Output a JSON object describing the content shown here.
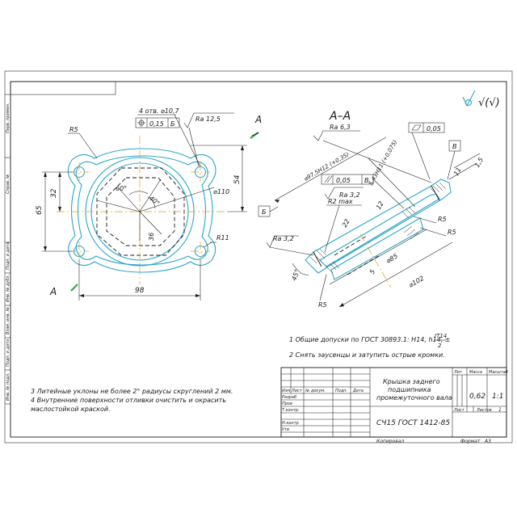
{
  "side_columns": [
    "Перв. примен.",
    "Справ. №",
    "Подп. и дата",
    "Инв. № дубл.",
    "Взам. инв. №",
    "Подп. и дата",
    "Инв. № подл."
  ],
  "roughness_symbol": "√(√)",
  "left_view": {
    "holes_label": "4 отв. ⌀10,7",
    "position_tol": "0,15",
    "datum_ref": "Б",
    "ra_label": "Ra 12,5",
    "section_mark_top": "A",
    "section_mark_bottom": "A",
    "r5": "R5",
    "r11": "R11",
    "dia110": "⌀110",
    "dim_54": "54",
    "dim_32": "32",
    "dim_65": "65",
    "dim_98": "98",
    "dim_36": "36",
    "angle_60": "60°",
    "angle_40": "40°"
  },
  "section_view": {
    "title": "A–A",
    "ra63": "Ra 6,3",
    "flatness_tol": "0,05",
    "datum_v": "В",
    "datum_b": "Б",
    "dia975": "⌀97,5H12 (+0,35)",
    "dia85": "⌀85",
    "dia102": "⌀102",
    "perp_tol": "0,05",
    "perp_datum": "В",
    "ra32_a": "Ra 3,2",
    "ra32_b": "Ra 3,2",
    "r2max": "R2 max",
    "dim_12": "12",
    "dim_22": "22",
    "dim_5": "5",
    "dim_45": "45°",
    "dim_11": "11",
    "dim_1_5": "1,5",
    "groove": "5,43H11 (+0,075)",
    "r5a": "R5",
    "r5b": "R5",
    "r5c": "R5"
  },
  "notes_right": [
    "1 Общие допуски по ГОСТ 30893.1: H14, h14, ±",
    "2 Снять заусенцы и затупить острые кромки."
  ],
  "it_fraction": {
    "num": "IT14",
    "den": "2"
  },
  "notes_left": [
    "3 Литейные уклоны не более 2° радиусы скруглений 2 мм.",
    "4 Внутренние поверхности отливки очистить и окрасить",
    "маслостойкой краской."
  ],
  "title_block": {
    "name_lines": [
      "Крышка заднего",
      "подшипника",
      "промежуточного вала"
    ],
    "material": "СЧ15 ГОСТ 1412-85",
    "hdr_lit": "Лит",
    "hdr_mass": "Масса",
    "hdr_scale": "Масштаб",
    "mass": "0,62",
    "scale": "1:1",
    "sheet_label": "Лист",
    "sheets_label": "Листов",
    "sheets_count": "1",
    "row_labels": [
      "Изм",
      "Лист",
      "№ докум.",
      "Подп.",
      "Дата"
    ],
    "people_labels": [
      "Разраб",
      "Пров",
      "Т.контр.",
      "Н.контр",
      "Утв"
    ],
    "copy_label": "Копировал",
    "format_label": "Формат",
    "format_value": "A3"
  }
}
